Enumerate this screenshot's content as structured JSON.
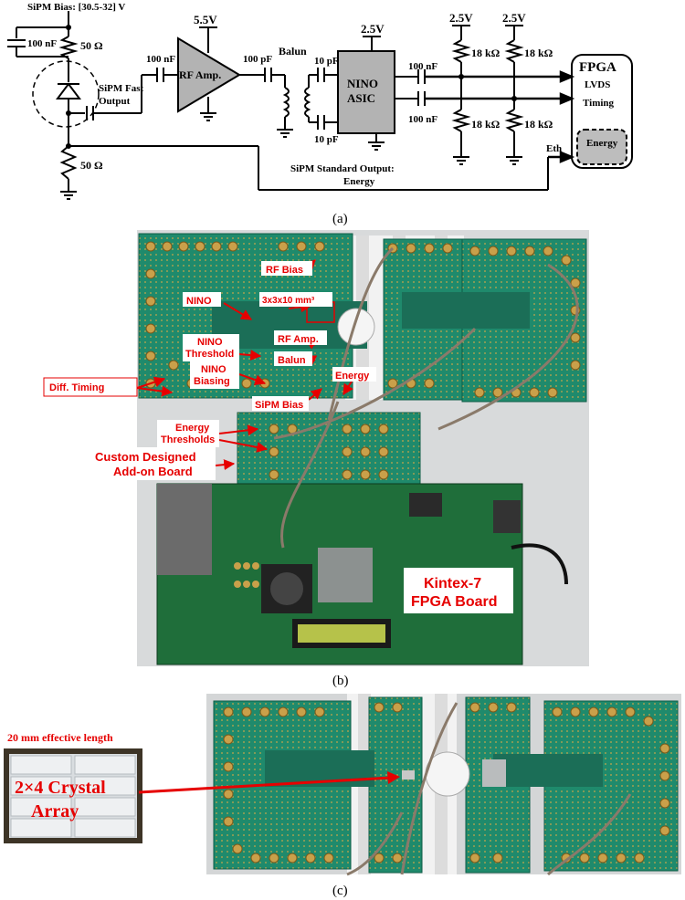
{
  "schematic": {
    "bias_label": "SiPM Bias: [30.5-32] V",
    "cap_bias": "100 nF",
    "res_top": "50 Ω",
    "res_bottom": "50 Ω",
    "fast_output_1": "SiPM Fast",
    "fast_output_2": "Output",
    "cap_rf_in": "100 nF",
    "rf_amp": "RF Amp.",
    "rf_supply": "5.5V",
    "cap_rf_out": "100 pF",
    "balun": "Balun",
    "cap_balun_top": "10 pF",
    "cap_balun_bot": "10 pF",
    "nino_supply": "2.5V",
    "nino_1": "NINO",
    "nino_2": "ASIC",
    "cap_nino_top": "100 nF",
    "cap_nino_bot": "100 nF",
    "vdd_1": "2.5V",
    "vdd_2": "2.5V",
    "r_pull_1": "18 kΩ",
    "r_pull_2": "18 kΩ",
    "r_down_1": "18 kΩ",
    "r_down_2": "18 kΩ",
    "fpga": "FPGA",
    "lvds_1": "LVDS",
    "lvds_2": "Timing",
    "energy_block": "Energy",
    "eth": "Eth",
    "std_out_1": "SiPM Standard Output:",
    "std_out_2": "Energy",
    "caption": "(a)"
  },
  "photo_b": {
    "labels": {
      "rf_bias": "RF Bias",
      "crystal": "3x3x10 mm³",
      "nino": "NINO",
      "rf_amp": "RF Amp.",
      "balun": "Balun",
      "nino_threshold_1": "NINO",
      "nino_threshold_2": "Threshold",
      "nino_biasing_1": "NINO",
      "nino_biasing_2": "Biasing",
      "diff_timing": "Diff. Timing",
      "sipm_bias": "SiPM Bias",
      "energy": "Energy",
      "energy_thresholds_1": "Energy",
      "energy_thresholds_2": "Thresholds",
      "addon_1": "Custom Designed",
      "addon_2": "Add-on Board",
      "fpga_1": "Kintex-7",
      "fpga_2": "FPGA Board"
    },
    "caption": "(b)"
  },
  "photo_c": {
    "effective_length": "20 mm effective length",
    "array_1": "2×4 Crystal",
    "array_2": "Array",
    "caption": "(c)"
  },
  "colors": {
    "annotation_red": "#e60000",
    "pcb_green": "#1f8a6c",
    "white_background": "#ffffff"
  }
}
